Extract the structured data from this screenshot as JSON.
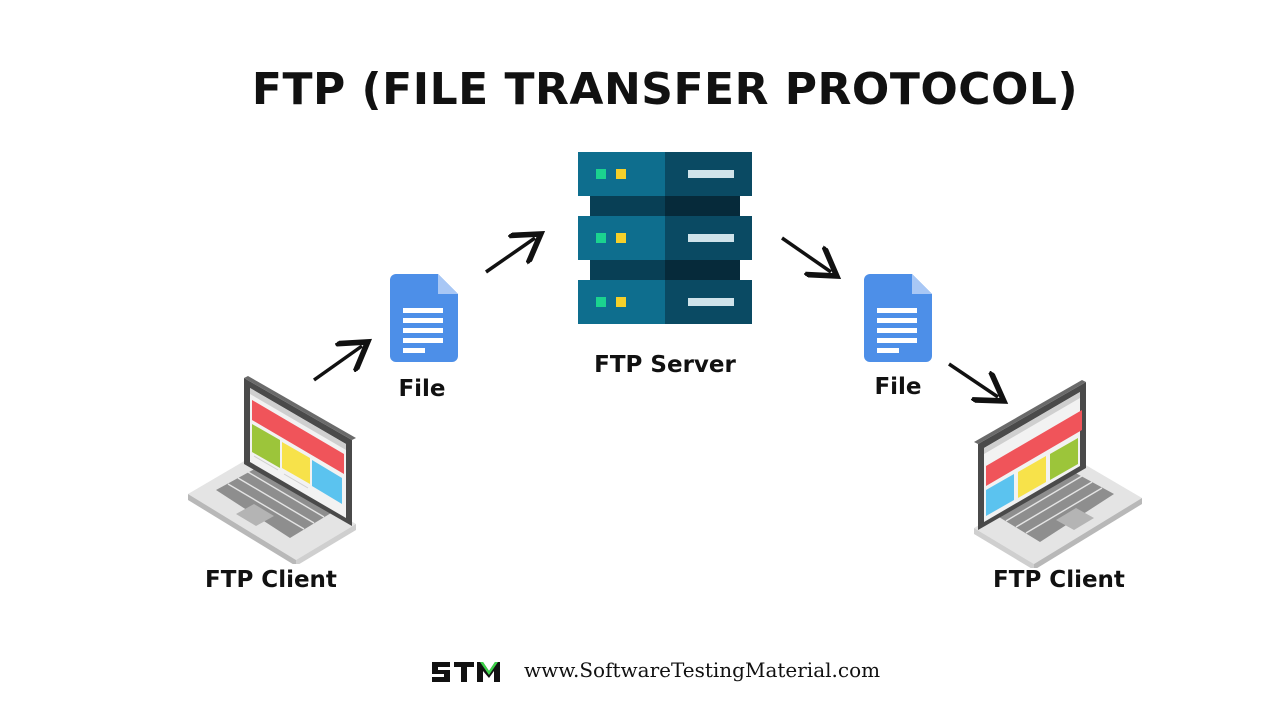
{
  "title": "FTP (FILE TRANSFER PROTOCOL)",
  "nodes": {
    "client_left": "FTP Client",
    "file_left": "File",
    "server": "FTP Server",
    "file_right": "File",
    "client_right": "FTP Client"
  },
  "footer": {
    "logo": "STM",
    "url": "www.SoftwareTestingMaterial.com"
  },
  "colors": {
    "server_light": "#0e6e8e",
    "server_dark": "#0a4a63",
    "doc_blue": "#4d8fe8",
    "led_green": "#1bd38f",
    "led_yellow": "#f5d02a",
    "screen_red": "#f0545a",
    "screen_green": "#9cc53a",
    "screen_yellow": "#f7e24a",
    "screen_blue": "#5bc3ef",
    "logo_green": "#3dd44a"
  }
}
